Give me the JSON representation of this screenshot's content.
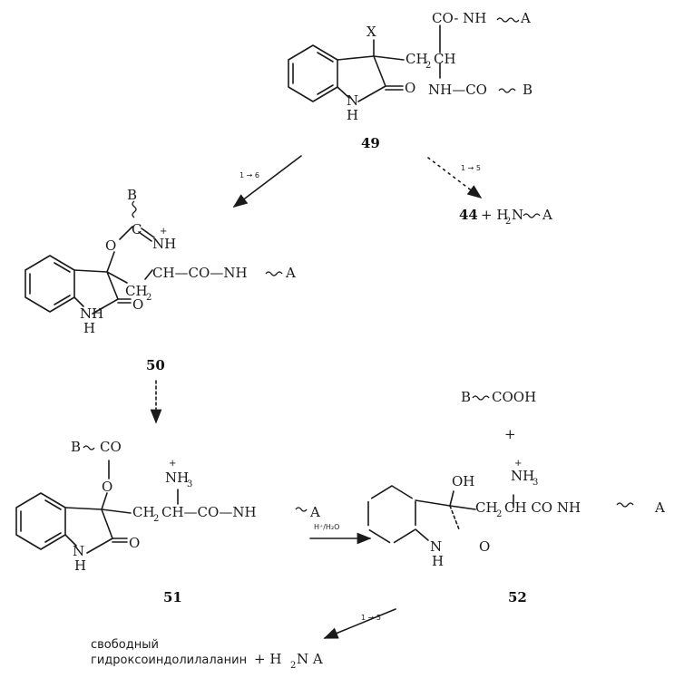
{
  "compounds": {
    "c49": {
      "number": "49",
      "x_label": "X",
      "co_nh": "CO- NH",
      "a": "A",
      "ch2ch": "CH",
      "ch2_sub": "2",
      "ch": "CH",
      "nh_co": "NH—CO",
      "b": "B",
      "ring_n": "N",
      "ring_h": "H",
      "ring_o": "O"
    },
    "c50": {
      "number": "50",
      "b": "B",
      "c_plus": "C",
      "plus": "+",
      "o": "O",
      "nh": "NH",
      "ch_co_nh": "CH—CO—NH",
      "a": "A",
      "ch2": "CH",
      "ch2_sub": "2",
      "ring_nh": "NH",
      "ring_h": "H",
      "ring_o": "O"
    },
    "c51": {
      "number": "51",
      "bco": "B",
      "co": "CO",
      "o": "O",
      "plus": "+",
      "nh3": "NH",
      "nh3_sub": "3",
      "chain": "CH",
      "chain_sub": "2",
      "chain2": "CH—CO—NH",
      "a": "A",
      "ring_nh": "N",
      "ring_h": "H",
      "ring_o": "O"
    },
    "c52": {
      "number": "52",
      "oh": "OH",
      "plus": "+",
      "nh3": "NH",
      "nh3_sub": "3",
      "chain": "CH",
      "chain_sub": "2",
      "chain2": "CH   CO   NH",
      "a": "A",
      "ring_n": "N",
      "ring_h": "H",
      "ring_o": "O"
    }
  },
  "products": {
    "p44_num": "44",
    "p44_plus": "+ H",
    "p44_sub": "2",
    "p44_n": "N",
    "p44_a": "A",
    "bcooh_b": "B",
    "bcooh": "COOH",
    "plus_mid": "+",
    "final_line1": "свободный",
    "final_line2": "гидроксоиндолилаланин",
    "final_plus": "+  H",
    "final_sub": "2",
    "final_n": "N    A"
  },
  "arrows": {
    "a49_50": "1 → 6",
    "a49_44": "1 → 5",
    "a51_52": "H⁺/H₂O",
    "a51_final": "1 → 5"
  }
}
